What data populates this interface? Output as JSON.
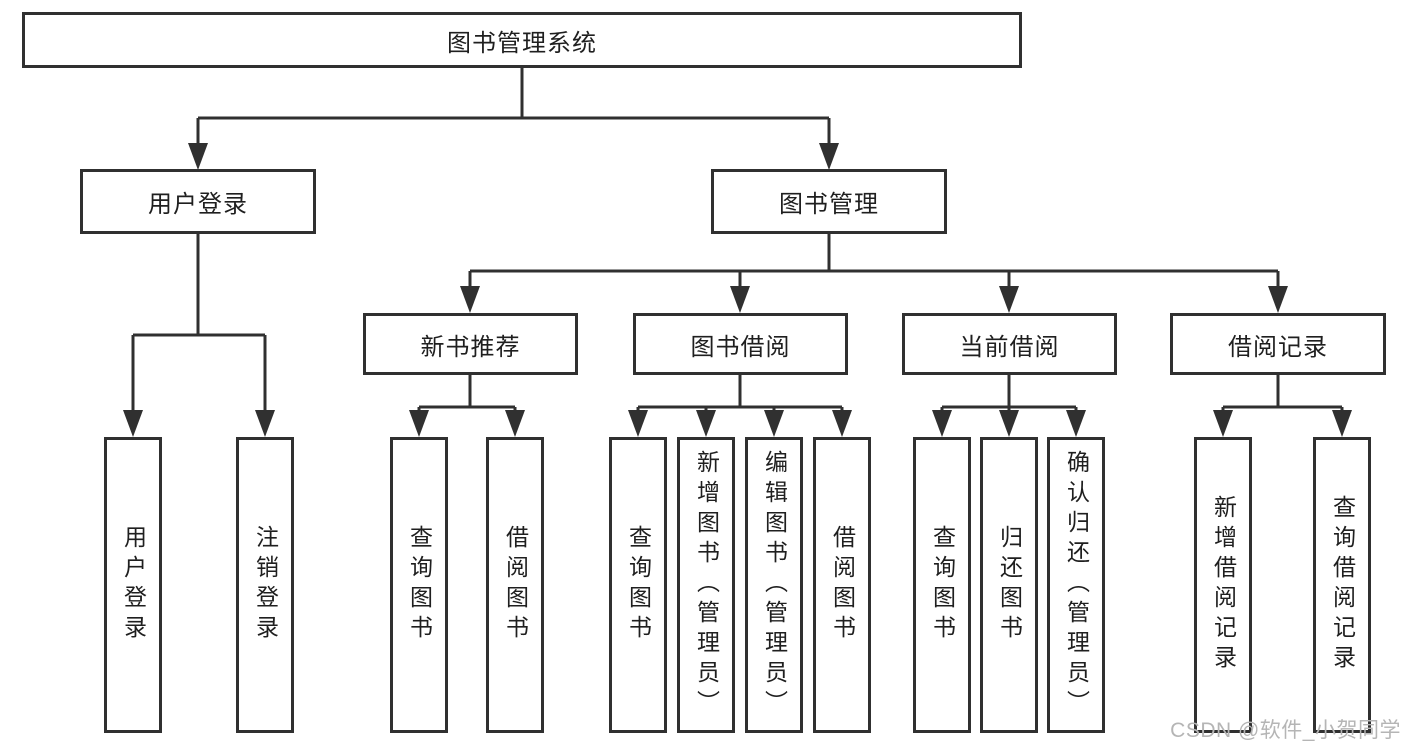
{
  "diagram": {
    "type": "hierarchy",
    "title": "图书管理系统"
  },
  "tree": {
    "label": "图书管理系统",
    "children": [
      {
        "label": "用户登录",
        "children": [
          {
            "label": "用户登录"
          },
          {
            "label": "注销登录"
          }
        ]
      },
      {
        "label": "图书管理",
        "children": [
          {
            "label": "新书推荐",
            "children": [
              {
                "label": "查询图书"
              },
              {
                "label": "借阅图书"
              }
            ]
          },
          {
            "label": "图书借阅",
            "children": [
              {
                "label": "查询图书"
              },
              {
                "label": "新增图书（管理员）"
              },
              {
                "label": "编辑图书（管理员）"
              },
              {
                "label": "借阅图书"
              }
            ]
          },
          {
            "label": "当前借阅",
            "children": [
              {
                "label": "查询图书"
              },
              {
                "label": "归还图书"
              },
              {
                "label": "确认归还（管理员）"
              }
            ]
          },
          {
            "label": "借阅记录",
            "children": [
              {
                "label": "新增借阅记录"
              },
              {
                "label": "查询借阅记录"
              }
            ]
          }
        ]
      }
    ]
  },
  "watermark": {
    "text": "CSDN @软件_小贺同学",
    "color": "#b5b5b5"
  },
  "colors": {
    "line": "#303030",
    "text": "#1f1f1f",
    "background": "#ffffff"
  }
}
